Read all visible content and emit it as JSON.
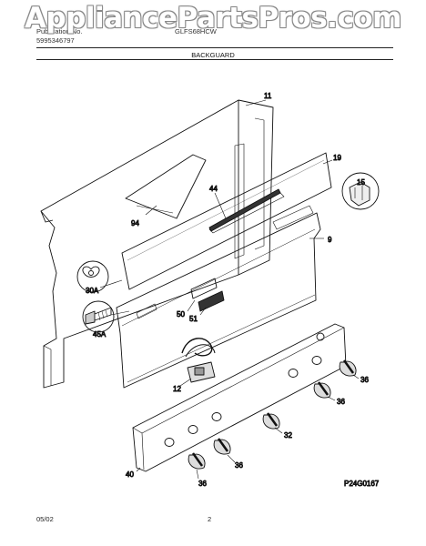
{
  "watermark": "AppliancePartsPros.com",
  "header": {
    "left_line1": "Publication No.",
    "left_line2": "5995346797",
    "model": "GLFS68HCW",
    "section": "BACKGUARD"
  },
  "diagram": {
    "parts": [
      {
        "id": "11",
        "label": "11"
      },
      {
        "id": "19",
        "label": "19"
      },
      {
        "id": "15",
        "label": "15"
      },
      {
        "id": "44",
        "label": "44"
      },
      {
        "id": "94",
        "label": "94"
      },
      {
        "id": "9",
        "label": "9"
      },
      {
        "id": "30A",
        "label": "30A"
      },
      {
        "id": "45A",
        "label": "45A"
      },
      {
        "id": "50",
        "label": "50"
      },
      {
        "id": "51",
        "label": "51"
      },
      {
        "id": "12",
        "label": "12"
      },
      {
        "id": "36a",
        "label": "36"
      },
      {
        "id": "36b",
        "label": "36"
      },
      {
        "id": "32",
        "label": "32"
      },
      {
        "id": "36c",
        "label": "36"
      },
      {
        "id": "36d",
        "label": "36"
      },
      {
        "id": "40",
        "label": "40"
      }
    ],
    "drawing_code": "P24G0167"
  },
  "footer": {
    "date": "05/02",
    "page": "2"
  }
}
